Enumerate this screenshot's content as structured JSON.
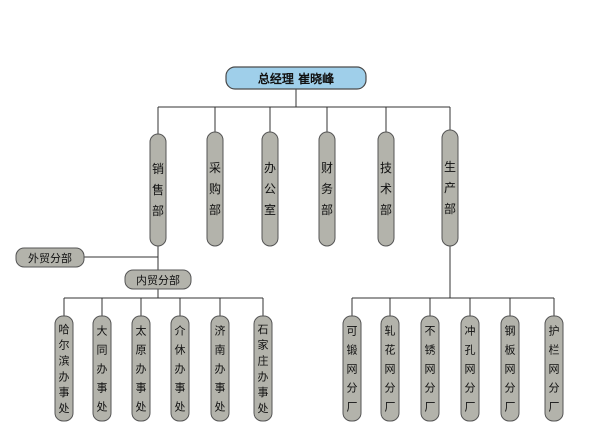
{
  "colors": {
    "root_fill": "#9fcfea",
    "root_stroke": "#4a4a4a",
    "node_fill": "#b3b3ab",
    "node_stroke": "#555555",
    "line": "#333333"
  },
  "root": {
    "label": "总经理   崔晓峰"
  },
  "departments": [
    {
      "label": "销售部"
    },
    {
      "label": "采购部"
    },
    {
      "label": "办公室"
    },
    {
      "label": "财务部"
    },
    {
      "label": "技术部"
    },
    {
      "label": "生产部"
    }
  ],
  "sales_branches": {
    "foreign": {
      "label": "外贸分部"
    },
    "domestic": {
      "label": "内贸分部"
    }
  },
  "domestic_offices": [
    {
      "label": "哈尔滨办事处"
    },
    {
      "label": "大同办事处"
    },
    {
      "label": "太原办事处"
    },
    {
      "label": "介休办事处"
    },
    {
      "label": "济南办事处"
    },
    {
      "label": "石家庄办事处"
    }
  ],
  "production_plants": [
    {
      "label": "可锻网分厂"
    },
    {
      "label": "轧花网分厂"
    },
    {
      "label": "不锈网分厂"
    },
    {
      "label": "冲孔网分厂"
    },
    {
      "label": "钢板网分厂"
    },
    {
      "label": "护栏网分厂"
    }
  ]
}
